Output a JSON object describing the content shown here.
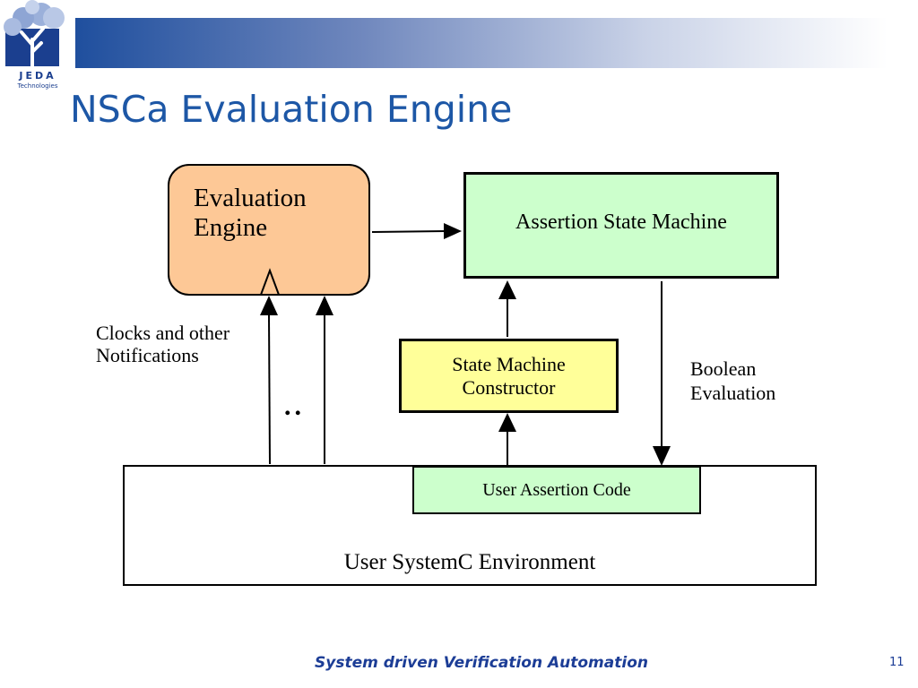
{
  "header": {
    "logo_text": "JEDA",
    "logo_subtext": "Technologies",
    "title": "NSCa Evaluation Engine"
  },
  "diagram": {
    "nodes": {
      "evaluation_engine": "Evaluation\nEngine",
      "assertion_state_machine": "Assertion State Machine",
      "state_machine_constructor": "State Machine\nConstructor",
      "user_assertion_code": "User Assertion Code",
      "user_systemc_environment": "User SystemC Environment"
    },
    "labels": {
      "clocks": "Clocks and other\nNotifications",
      "boolean": "Boolean\nEvaluation",
      "ellipsis": ".."
    }
  },
  "footer": {
    "tagline": "System driven Verification Automation",
    "page_number": "11"
  },
  "colors": {
    "title": "#1d57a6",
    "evaluation_engine_fill": "#fdc896",
    "state_machine_fill": "#ccffcc",
    "constructor_fill": "#ffff99"
  }
}
